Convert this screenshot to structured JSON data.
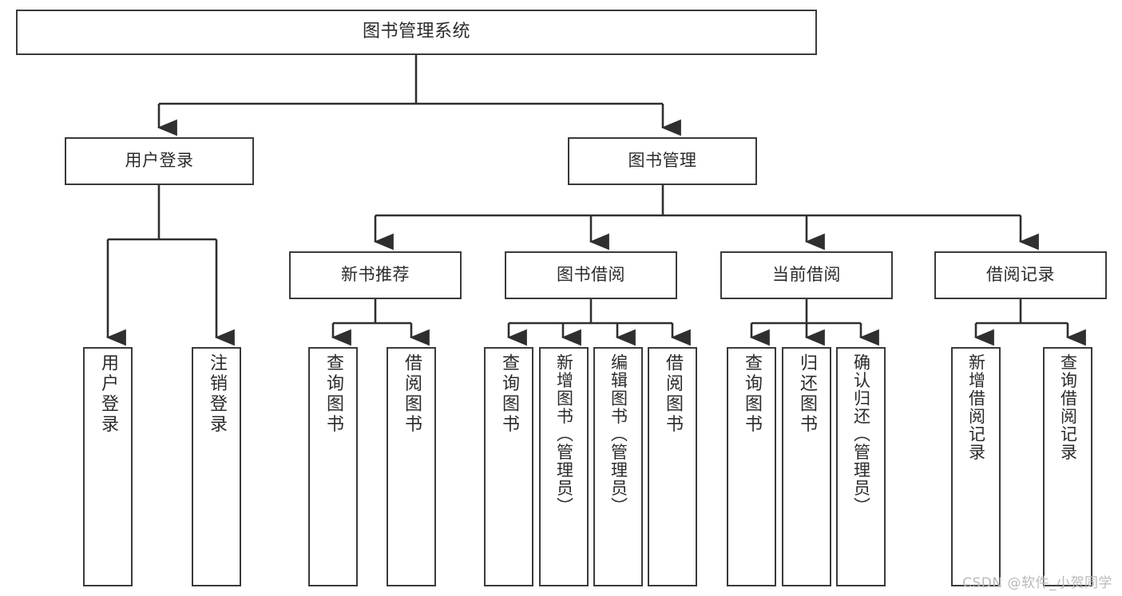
{
  "diagram": {
    "title": "图书管理系统",
    "type": "tree",
    "colors": {
      "node_border": "#3a3a3a",
      "node_fill": "#ffffff",
      "edge": "#2f2f2f",
      "text": "#2b2b2b",
      "watermark": "#b9b9b9",
      "background": "#ffffff"
    },
    "watermark": "CSDN @软件_小贺同学",
    "root": {
      "label": "图书管理系统"
    },
    "level2": [
      {
        "label": "用户登录"
      },
      {
        "label": "图书管理"
      }
    ],
    "level3": [
      {
        "label": "新书推荐"
      },
      {
        "label": "图书借阅"
      },
      {
        "label": "当前借阅"
      },
      {
        "label": "借阅记录"
      }
    ],
    "leaves": {
      "user_login": [
        {
          "label": "用户登录"
        },
        {
          "label": "注销登录"
        }
      ],
      "new_book_recommend": [
        {
          "label": "查询图书"
        },
        {
          "label": "借阅图书"
        }
      ],
      "book_borrow": [
        {
          "label": "查询图书"
        },
        {
          "label": "新增图书（管理员）"
        },
        {
          "label": "编辑图书（管理员）"
        },
        {
          "label": "借阅图书"
        }
      ],
      "current_borrow": [
        {
          "label": "查询图书"
        },
        {
          "label": "归还图书"
        },
        {
          "label": "确认归还（管理员）"
        }
      ],
      "borrow_record": [
        {
          "label": "新增借阅记录"
        },
        {
          "label": "查询借阅记录"
        }
      ]
    }
  }
}
